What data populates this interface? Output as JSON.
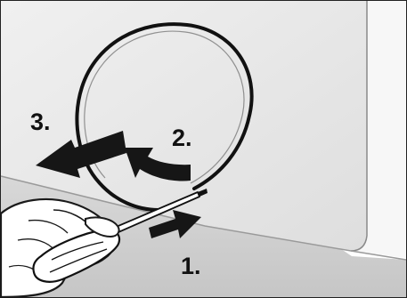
{
  "steps": [
    {
      "number": "1.",
      "action": "insert-tool-push"
    },
    {
      "number": "2.",
      "action": "pry-rotate"
    },
    {
      "number": "3.",
      "action": "pull-out"
    }
  ],
  "colors": {
    "appliance_body": "#e9e9e9",
    "appliance_side": "#f6f6f6",
    "floor_plinth": "#d4d4d4",
    "gasket_ring": "#111111",
    "arrows": "#161616",
    "labels": "#111111"
  },
  "icons": [
    "screwdriver-icon",
    "hand-icon"
  ]
}
